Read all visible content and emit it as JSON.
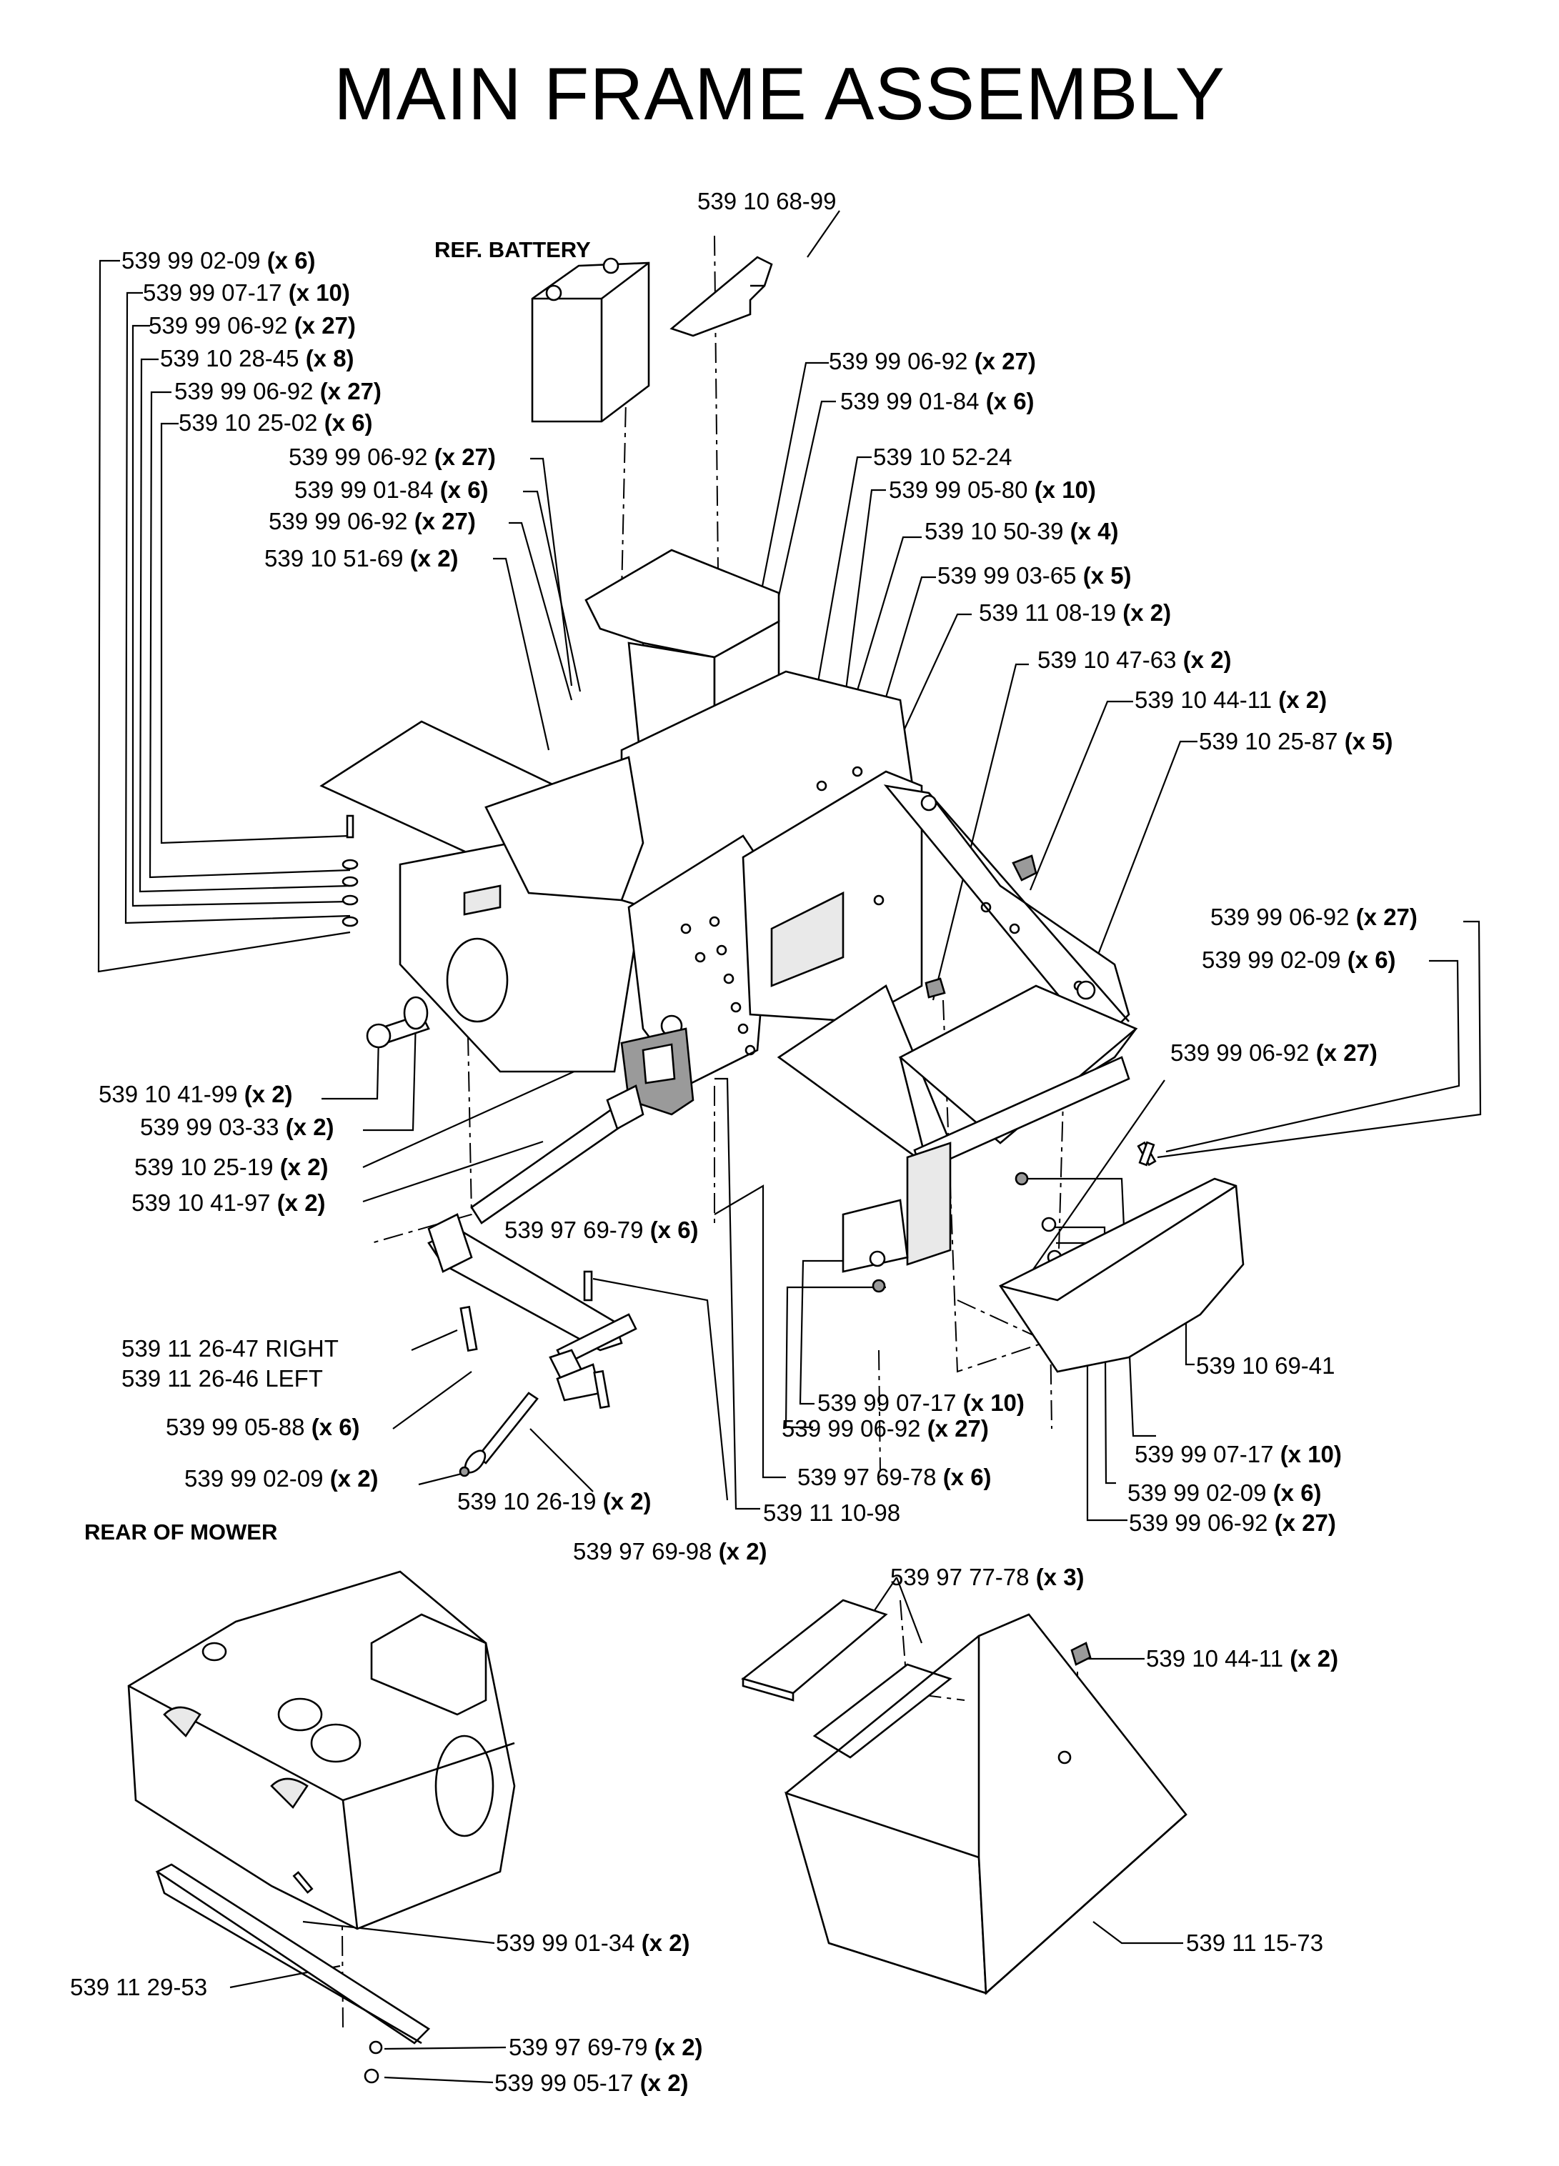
{
  "title": "MAIN FRAME ASSEMBLY",
  "side_labels": {
    "battery": "REF. BATTERY",
    "rear": "REAR OF MOWER"
  },
  "callouts": [
    {
      "part": "539 10 68-99",
      "qty": ""
    },
    {
      "part": "539 99 02-09",
      "qty": "(x 6)"
    },
    {
      "part": "539 99 07-17",
      "qty": "(x 10)"
    },
    {
      "part": "539 99 06-92",
      "qty": "(x 27)"
    },
    {
      "part": "539 10 28-45",
      "qty": "(x 8)"
    },
    {
      "part": "539 99 06-92",
      "qty": "(x 27)"
    },
    {
      "part": "539 10 25-02",
      "qty": "(x 6)"
    },
    {
      "part": "539 99 06-92",
      "qty": "(x 27)"
    },
    {
      "part": "539 99 01-84",
      "qty": "(x 6)"
    },
    {
      "part": "539 99 06-92",
      "qty": "(x 27)"
    },
    {
      "part": "539 10 51-69",
      "qty": "(x 2)"
    },
    {
      "part": "539 99 06-92",
      "qty": "(x 27)"
    },
    {
      "part": "539 99 01-84",
      "qty": "(x 6)"
    },
    {
      "part": "539 10 52-24",
      "qty": ""
    },
    {
      "part": "539 99 05-80",
      "qty": "(x 10)"
    },
    {
      "part": "539 10 50-39 ",
      "qty": "(x 4)"
    },
    {
      "part": "539 99 03-65",
      "qty": "(x 5)"
    },
    {
      "part": "539 11 08-19",
      "qty": "(x 2)"
    },
    {
      "part": "539 10 47-63",
      "qty": "(x 2)"
    },
    {
      "part": "539 10 44-11",
      "qty": "(x 2)"
    },
    {
      "part": "539 10 25-87",
      "qty": "(x 5)"
    },
    {
      "part": "539 99 06-92",
      "qty": "(x 27)"
    },
    {
      "part": "539 99 02-09",
      "qty": "(x 6)"
    },
    {
      "part": "539 99 06-92",
      "qty": "(x 27)"
    },
    {
      "part": "539 10 41-99",
      "qty": "(x 2)"
    },
    {
      "part": "539 99 03-33",
      "qty": "(x 2)"
    },
    {
      "part": "539 10 25-19",
      "qty": "(x 2)"
    },
    {
      "part": "539 10 41-97",
      "qty": "(x 2)"
    },
    {
      "part": "539 97 69-79",
      "qty": "(x 6)"
    },
    {
      "part": "539 11 26-47 RIGHT",
      "qty": ""
    },
    {
      "part": "539 11 26-46 LEFT",
      "qty": ""
    },
    {
      "part": "539 99 05-88",
      "qty": "(x 6)"
    },
    {
      "part": "539 99 02-09",
      "qty": "(x 2)"
    },
    {
      "part": "539 10 26-19",
      "qty": "(x 2)"
    },
    {
      "part": "539 97 69-98",
      "qty": "(x 2)"
    },
    {
      "part": "539 11 10-98",
      "qty": ""
    },
    {
      "part": "539 97 69-78",
      "qty": "(x 6)"
    },
    {
      "part": "539 99 07-17",
      "qty": "(x 10)"
    },
    {
      "part": "539 99 06-92",
      "qty": "(x 27)"
    },
    {
      "part": "539 10 69-41",
      "qty": ""
    },
    {
      "part": "539 99 07-17",
      "qty": "(x 10)"
    },
    {
      "part": "539 99 02-09",
      "qty": "(x 6)"
    },
    {
      "part": "539 99 06-92",
      "qty": "(x 27)"
    },
    {
      "part": "539 97 77-78",
      "qty": "(x 3)"
    },
    {
      "part": "539 10 44-11",
      "qty": "(x 2)"
    },
    {
      "part": "539 99 01-34",
      "qty": "(x 2)"
    },
    {
      "part": "539 11 29-53",
      "qty": ""
    },
    {
      "part": "539 11 15-73",
      "qty": ""
    },
    {
      "part": "539 97 69-79",
      "qty": "(x 2)"
    },
    {
      "part": "539 99 05-17",
      "qty": "(x 2)"
    }
  ]
}
